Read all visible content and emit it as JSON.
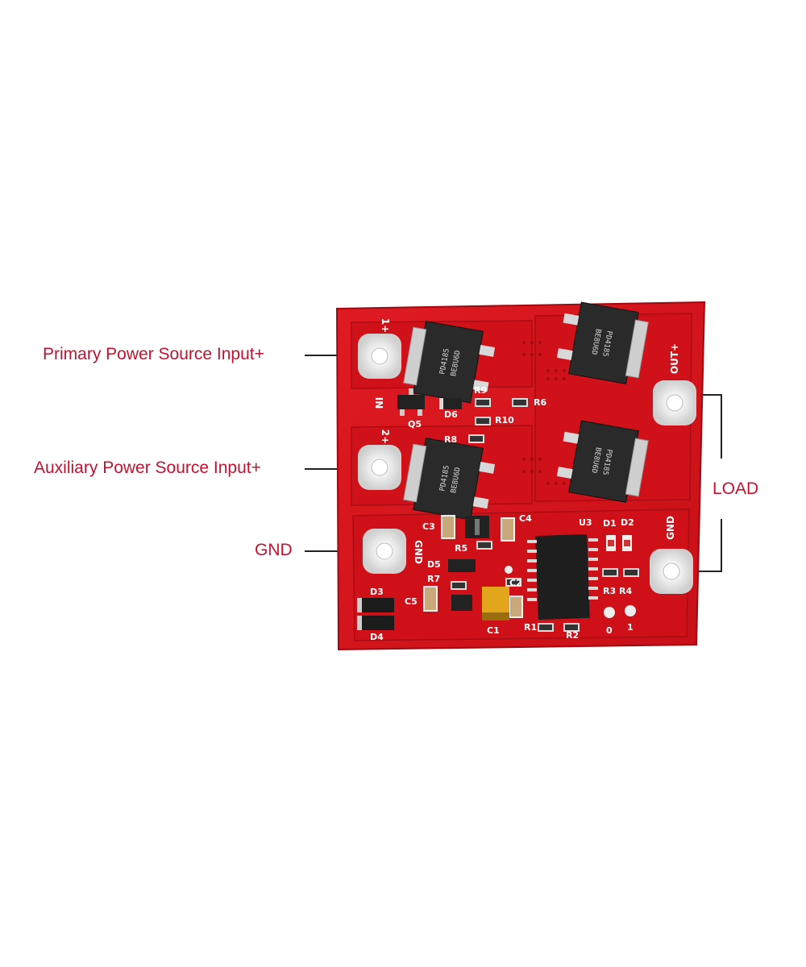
{
  "labels": {
    "primary_input": "Primary Power Source Input+",
    "aux_input": "Auxiliary Power Source Input+",
    "gnd": "GND",
    "load": "LOAD"
  },
  "board": {
    "pad_labels": {
      "in1": "1+",
      "in2": "2+",
      "gnd_left": "GND",
      "out": "OUT+",
      "gnd_right": "GND",
      "in": "IN"
    },
    "components": {
      "r9": "R9",
      "r6": "R6",
      "r10": "R10",
      "r8": "R8",
      "d6": "D6",
      "q5": "Q5",
      "c3": "C3",
      "c4": "C4",
      "u3": "U3",
      "d1": "D1",
      "d2": "D2",
      "r5": "R5",
      "d5": "D5",
      "r7": "R7",
      "c2": "C2",
      "c5": "C5",
      "d3": "D3",
      "d4": "D4",
      "c1": "C1",
      "r1": "R1",
      "r2": "R2",
      "r3": "R3",
      "r4": "R4",
      "jumper0": "0",
      "jumper1": "1"
    },
    "mosfet_marking": [
      "PD4185",
      "BE8U6D"
    ],
    "colors": {
      "pcb": "#d8121a",
      "pcb_dark": "#b50d14",
      "silk": "#ffffff",
      "pad": "#e8e8e8"
    }
  }
}
